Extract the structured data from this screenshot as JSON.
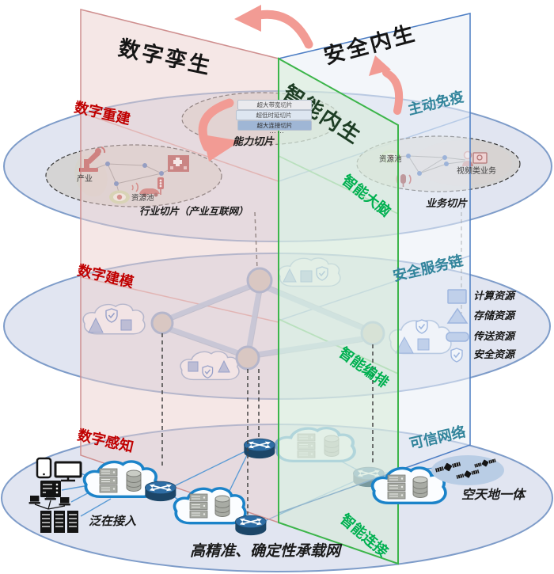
{
  "planes": {
    "digital_twin_title": "数字孪生",
    "security_title": "安全内生",
    "intelligence_title": "智能内生"
  },
  "top_layer": {
    "red_label": "数字重建",
    "teal_label": "主动免疫",
    "green_label": "智能大脑",
    "capability": {
      "label": "能力切片",
      "slices": [
        "超大带宽切片",
        "超低时延切片",
        "超大连接切片"
      ],
      "ellipsis": "……"
    },
    "industry": {
      "caption": "行业切片（产业互联网）",
      "node_label": "产业",
      "pool_label": "资源池"
    },
    "business": {
      "caption": "业务切片",
      "pool_label": "资源池",
      "video_label": "视频类业务"
    }
  },
  "middle_layer": {
    "red_label": "数字建模",
    "teal_label": "安全服务链",
    "green_label": "智能编排",
    "legend": {
      "items": [
        {
          "icon": "square-icon",
          "label": "计算资源"
        },
        {
          "icon": "triangle-icon",
          "label": "存储资源"
        },
        {
          "icon": "bar-icon",
          "label": "传送资源"
        },
        {
          "icon": "shield-check-icon",
          "label": "安全资源"
        }
      ]
    }
  },
  "bottom_layer": {
    "red_label": "数字感知",
    "teal_label": "可信网络",
    "green_label": "智能连接",
    "access_label": "泛在接入",
    "space_label": "空天地一体",
    "caption": "高精准、确定性承载网"
  },
  "colors": {
    "red_accent": "#c00000",
    "teal_accent": "#31849b",
    "green_accent": "#00b050",
    "dark_green_title": "#1d3d24",
    "layer_fill": "#e1e5f1",
    "layer_stroke": "#7e9cc9",
    "pink_plane_stroke": "#cf8f8f",
    "blue_plane_stroke": "#4d7ec4",
    "green_plane_stroke": "#3cb54a",
    "arrow_pink": "#f29b94"
  }
}
